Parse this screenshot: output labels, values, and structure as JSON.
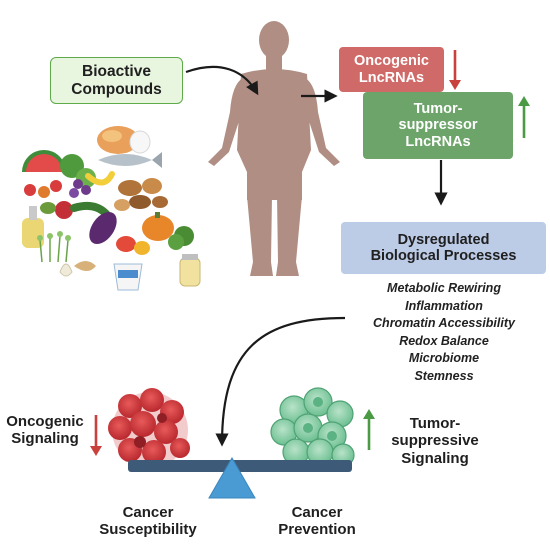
{
  "bioactive": {
    "line1": "Bioactive",
    "line2": "Compounds"
  },
  "oncogenic_lnc": {
    "line1": "Oncogenic",
    "line2": "LncRNAs"
  },
  "tumor_lnc": {
    "line1": "Tumor-",
    "line2": "suppressor",
    "line3": "LncRNAs"
  },
  "dysregulated": {
    "line1": "Dysregulated",
    "line2": "Biological Processes"
  },
  "processes": [
    "Metabolic Rewiring",
    "Inflammation",
    "Chromatin Accessibility",
    "Redox Balance",
    "Microbiome",
    "Stemness"
  ],
  "oncogenic_signaling": {
    "line1": "Oncogenic",
    "line2": "Signaling"
  },
  "tumor_signaling": {
    "line1": "Tumor-",
    "line2": "suppressive",
    "line3": "Signaling"
  },
  "cancer_susceptibility": {
    "line1": "Cancer",
    "line2": "Susceptibility"
  },
  "cancer_prevention": {
    "line1": "Cancer",
    "line2": "Prevention"
  },
  "colors": {
    "bioactive_fill": "#e8f5df",
    "bioactive_border": "#5faa4a",
    "oncogenic_fill": "#cf6a68",
    "tumor_fill": "#6da46a",
    "dysregulated_fill": "#bccbe6",
    "down_arrow": "#c8413c",
    "up_arrow": "#4b9a44",
    "seesaw": "#3d5b79",
    "fulcrum": "#4a9bd3",
    "human": "#b08e83"
  }
}
